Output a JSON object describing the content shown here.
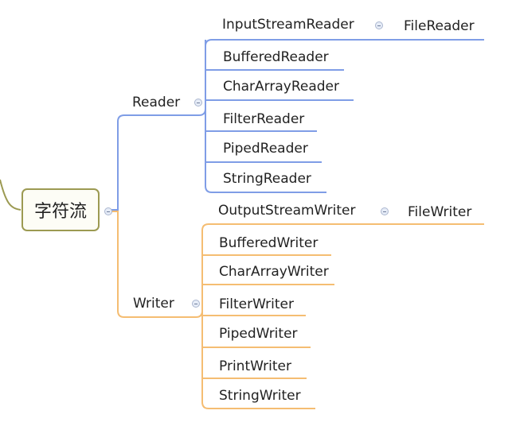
{
  "root": {
    "label": "字符流"
  },
  "branches": [
    {
      "label": "Reader",
      "color": "#7f9de6",
      "children": [
        {
          "label": "InputStreamReader",
          "child": "FileReader"
        },
        {
          "label": "BufferedReader"
        },
        {
          "label": "CharArrayReader"
        },
        {
          "label": "FilterReader"
        },
        {
          "label": "PipedReader"
        },
        {
          "label": "StringReader"
        }
      ]
    },
    {
      "label": "Writer",
      "color": "#f5bd72",
      "children": [
        {
          "label": "OutputStreamWriter",
          "child": "FileWriter"
        },
        {
          "label": "BufferedWriter"
        },
        {
          "label": "CharArrayWriter"
        },
        {
          "label": "FilterWriter"
        },
        {
          "label": "PipedWriter"
        },
        {
          "label": "PrintWriter"
        },
        {
          "label": "StringWriter"
        }
      ]
    }
  ],
  "connector_color": "#9c9a52"
}
